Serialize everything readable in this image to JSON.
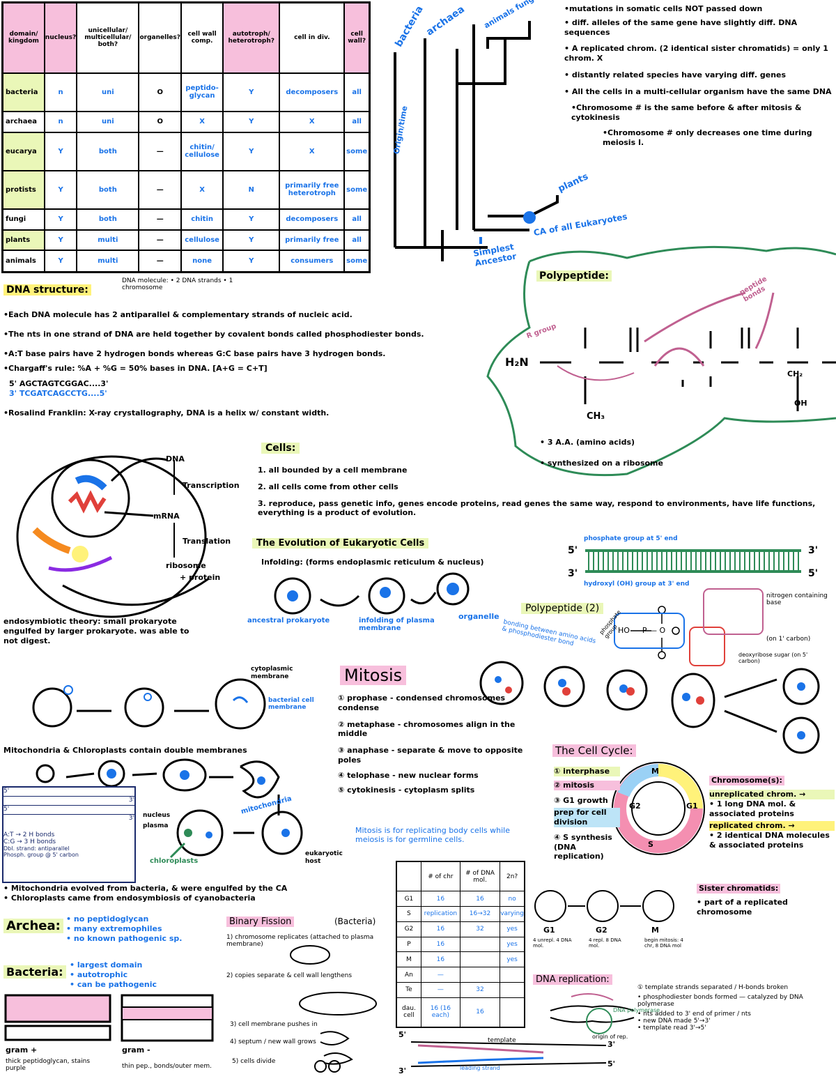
{
  "kingdom_table": {
    "headers": [
      "domain/ kingdom",
      "nucleus?",
      "unicellular/ multicellular/ both?",
      "organelles?",
      "cell wall comp.",
      "autotroph/ heterotroph?",
      "cell in div.",
      "cell wall?"
    ],
    "rows": [
      {
        "name": "bacteria",
        "cells": [
          "n",
          "uni",
          "O",
          "peptido- glycan",
          "Y",
          "decomposers",
          "all"
        ]
      },
      {
        "name": "archaea",
        "cells": [
          "n",
          "uni",
          "O",
          "X",
          "Y",
          "X",
          "all"
        ]
      },
      {
        "name": "eucarya",
        "cells": [
          "Y",
          "both",
          "—",
          "chitin/ cellulose",
          "Y",
          "X",
          "some"
        ]
      },
      {
        "name": "protists",
        "cells": [
          "Y",
          "both",
          "—",
          "X",
          "N",
          "primarily free heterotroph",
          "some"
        ]
      },
      {
        "name": "fungi",
        "cells": [
          "Y",
          "both",
          "—",
          "chitin",
          "Y",
          "decomposers",
          "all"
        ]
      },
      {
        "name": "plants",
        "cells": [
          "Y",
          "multi",
          "—",
          "cellulose",
          "Y",
          "primarily free",
          "all"
        ]
      },
      {
        "name": "animals",
        "cells": [
          "Y",
          "multi",
          "—",
          "none",
          "Y",
          "consumers",
          "some"
        ]
      }
    ]
  },
  "tree": {
    "labels": [
      "bacteria",
      "archaea",
      "animals fungi",
      "plants",
      "CA of all Eukaryotes",
      "Simplest Ancestor"
    ],
    "axis": "Origin/time"
  },
  "mutation_notes": [
    "•mutations in somatic cells NOT passed down",
    "• diff. alleles of the same gene have slightly diff. DNA sequences",
    "• A replicated chrom. (2 identical sister chromatids) = only 1 chrom. X",
    "• distantly related species have varying diff. genes",
    "• All the cells in a multi-cellular organism have the same DNA",
    "•Chromosome # is the same before & after mitosis & cytokinesis",
    "•Chromosome # only decreases one time during meiosis I."
  ],
  "dna_structure": {
    "title": "DNA structure:",
    "side_note": "DNA molecule: • 2 DNA strands • 1 chromosome",
    "bullets": [
      "•Each DNA molecule has 2 antiparallel & complementary strands of nucleic acid.",
      "•The nts in one strand of DNA are held together by covalent bonds called phosphodiester bonds.",
      "•A:T base pairs have 2 hydrogen bonds whereas G:C base pairs have 3 hydrogen bonds.",
      "•Chargaff's rule: %A + %G = 50% bases in DNA. [A+G = C+T]",
      "5' AGCTAGTCGGAC....3'",
      "3' TCGATCAGCCTG....5'",
      "•Rosalind Franklin: X-ray crystallography, DNA is a helix w/ constant width."
    ]
  },
  "polypeptide": {
    "title": "Polypeptide:",
    "labels": [
      "peptide bonds",
      "R group",
      "H₂N",
      "CH₃",
      "CH₂",
      "OH"
    ],
    "notes": [
      "• 3 A.A. (amino acids)",
      "• synthesized on a ribosome"
    ]
  },
  "central_dogma": {
    "labels": [
      "DNA",
      "Transcription",
      "mRNA",
      "Translation",
      "ribosome",
      "+ protein"
    ]
  },
  "cells": {
    "title": "Cells:",
    "items": [
      "1. all bounded by a cell membrane",
      "2. all cells come from other cells",
      "3. reproduce, pass genetic info, genes encode proteins, read genes the same way, respond to environments, have life functions, everything is a product of evolution."
    ]
  },
  "evolution": {
    "title": "The Evolution of Eukaryotic Cells",
    "infolding": "Infolding: (forms endoplasmic reticulum & nucleus)",
    "labels": [
      "ancestral prokaryote",
      "infolding of plasma membrane",
      "organelle"
    ]
  },
  "dna_diagram": {
    "top_5": "5'",
    "top_3": "3'",
    "bot_3": "3'",
    "bot_5": "5'",
    "top_label": "phosphate group at 5' end",
    "bot_label": "hydroxyl (OH) group at 3' end"
  },
  "endosymbiotic": {
    "text": "endosymbiotic theory: small prokaryote engulfed by larger prokaryote. was able to not digest.",
    "labels": [
      "cytoplasmic membrane",
      "bacterial cell membrane"
    ]
  },
  "mitosis": {
    "title": "Mitosis",
    "steps": [
      "① prophase - condensed chromosomes condense",
      "② metaphase - chromosomes align in the middle",
      "③ anaphase - separate & move to opposite poles",
      "④ telophase - new nuclear forms",
      "⑤ cytokinesis - cytoplasm splits"
    ],
    "note": "Mitosis is for replicating body cells while meiosis is for germline cells."
  },
  "polypeptide2": {
    "title": "Polypeptide (2)",
    "labels": [
      "bonding between amino acids & phosphodiester bond",
      "phosphate group",
      "nitrogen containing base",
      "(on 1' carbon)",
      "deoxyribose sugar (on 5' carbon)",
      "HO — P — O"
    ]
  },
  "mito_chloro": {
    "title": "Mitochondria & Chloroplasts contain double membranes",
    "labels": [
      "mitochondria",
      "nucleus",
      "plasma",
      "eukaryotic host",
      "chloroplasts"
    ]
  },
  "blue_box": {
    "lines": [
      "5'",
      "3'",
      "5'",
      "3'",
      "A:T → 2 H bonds",
      "C:G → 3 H bonds",
      "Dbl. strand: antiparallel",
      "Phosph. group @ 5' carbon"
    ]
  },
  "origin_notes": [
    "• Mitochondria evolved from bacteria, & were engulfed by the CA",
    "• Chloroplasts came from endosymbiosis of cyanobacteria"
  ],
  "archea": {
    "title": "Archea:",
    "lines": [
      "• no peptidoglycan",
      "• many extremophiles",
      "• no known pathogenic sp."
    ]
  },
  "bacteria": {
    "title": "Bacteria:",
    "lines": [
      "• largest domain",
      "• autotrophic",
      "• can be pathogenic"
    ]
  },
  "gram": {
    "pos_title": "gram +",
    "pos_text": "thick peptidoglycan, stains purple",
    "neg_title": "gram -",
    "neg_text": "thin pep., bonds/outer mem."
  },
  "binary_fission": {
    "title": "Binary Fission",
    "subtitle": "(Bacteria)",
    "steps": [
      "1) chromosome replicates (attached to plasma membrane)",
      "2) copies separate & cell wall lengthens",
      "3) cell membrane pushes in",
      "4) septum / new wall grows",
      "5) cells divide"
    ]
  },
  "mito_table": {
    "headers": [
      "",
      "# of chr",
      "# of DNA mol.",
      "2n?"
    ],
    "rows": [
      [
        "G1",
        "16",
        "16",
        "no"
      ],
      [
        "S",
        "replication",
        "16→32",
        "varying"
      ],
      [
        "G2",
        "16",
        "32",
        "yes"
      ],
      [
        "P",
        "16",
        "",
        "yes"
      ],
      [
        "M",
        "16",
        "",
        "yes"
      ],
      [
        "An",
        "—",
        "",
        ""
      ],
      [
        "Te",
        "—",
        "32",
        ""
      ],
      [
        "dau. cell",
        "16 (16 each)",
        "16",
        ""
      ]
    ]
  },
  "cell_cycle": {
    "title": "The Cell Cycle:",
    "items": [
      "① interphase",
      "② mitosis",
      "③ G1 growth",
      "prep for cell division",
      "④ S synthesis (DNA replication)"
    ],
    "wheel": [
      "M",
      "G2",
      "S",
      "G1"
    ],
    "chromosome_title": "Chromosome(s):",
    "chromosome_lines": [
      "unreplicated chrom. →",
      "• 1 long DNA mol. & associated proteins",
      "replicated chrom. →",
      "• 2 identical DNA molecules & associated proteins"
    ],
    "sister_title": "Sister chromatids:",
    "sister_lines": [
      "• part of a replicated chromosome"
    ],
    "stage_labels": [
      "G1",
      "G2",
      "M"
    ],
    "stage_notes": [
      "4 unrepl. 4 DNA mol.",
      "4 repl. 8 DNA mol.",
      "begin mitosis: 4 chr, 8 DNA mol"
    ]
  },
  "dna_replication": {
    "title": "DNA replication:",
    "labels": [
      "DNA polymerase",
      "origin of rep.",
      "template",
      "leading strand"
    ],
    "notes": [
      "① template strands separated / H-bonds broken",
      "• phosphodiester bonds formed — catalyzed by DNA polymerase",
      "• nts added to 3' end of primer / nts",
      "• new DNA made 5'→3'",
      "• template read 3'→5'"
    ],
    "ends": [
      "5'",
      "3'",
      "3'",
      "5'"
    ]
  },
  "colors": {
    "blue": "#1a73e8",
    "pink": "#f7bfdc",
    "lime": "#eaf7b8",
    "green": "#2e8b57",
    "magenta": "#c06090",
    "red": "#e0403a"
  }
}
